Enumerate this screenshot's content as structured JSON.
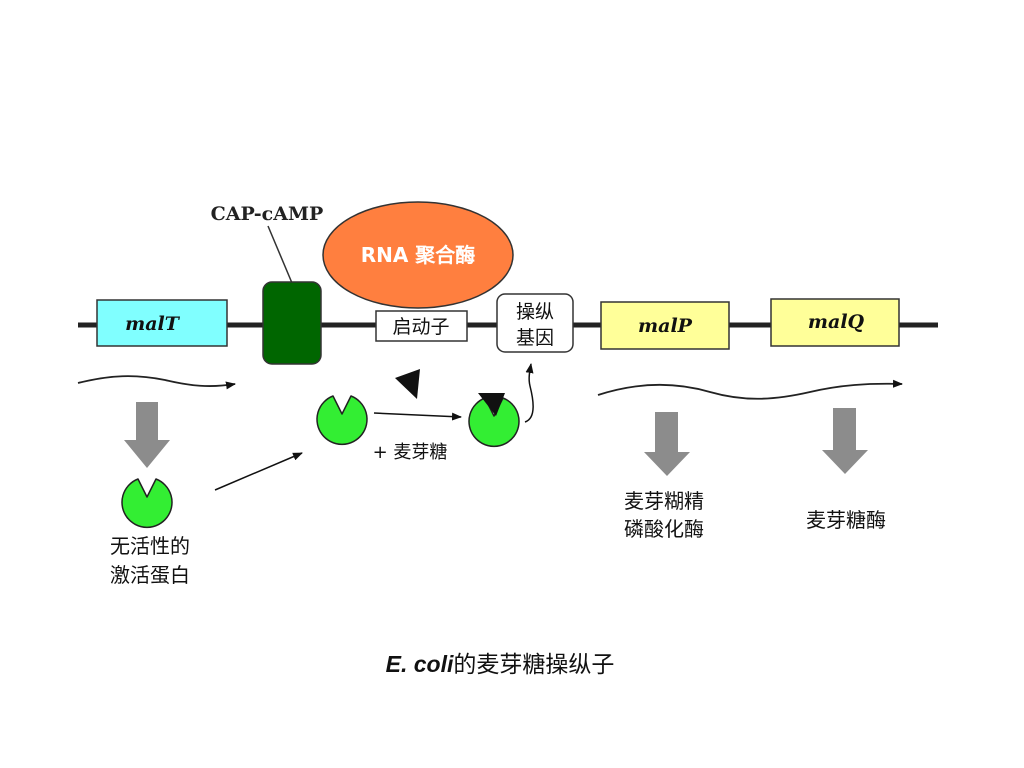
{
  "diagram": {
    "cap_camp_label": "CAP-cAMP",
    "rna_polymerase_label": "RNA 聚合酶",
    "promoter_label": "启动子",
    "operator_label_line1": "操纵",
    "operator_label_line2": "基因",
    "genes": {
      "malT": "malT",
      "malP": "malP",
      "malQ": "malQ"
    },
    "maltose_label": "+ 麦芽糖",
    "inactive_protein_line1": "无活性的",
    "inactive_protein_line2": "激活蛋白",
    "product_maltodextrin_line1": "麦芽糊精",
    "product_maltodextrin_line2": "磷酸化酶",
    "product_maltase": "麦芽糖酶"
  },
  "caption": {
    "organism": "E. coli",
    "text": "的麦芽糖操纵子"
  },
  "colors": {
    "malT_fill": "#80FFFF",
    "malPQ_fill": "#FFFF99",
    "cap_fill": "#006600",
    "rna_pol_fill": "#FF7F3F",
    "protein_fill": "#33EE33",
    "gray_arrow": "#8C8C8C"
  }
}
